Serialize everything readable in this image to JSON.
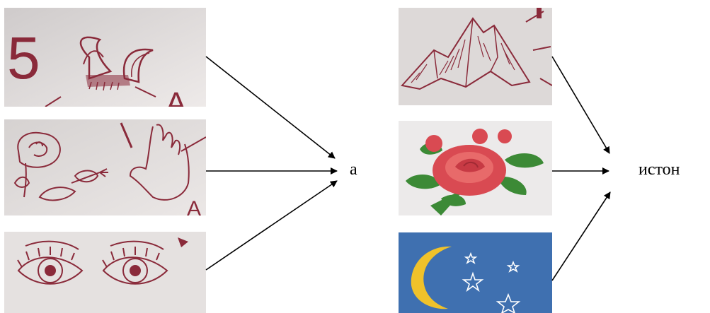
{
  "left_group": {
    "cards": [
      {
        "icon": "horns-icon",
        "printed_number": "5",
        "printed_letter": "A"
      },
      {
        "icon": "rose-and-hand-icon"
      },
      {
        "icon": "eyes-icon"
      }
    ],
    "result_letter": "а"
  },
  "right_group": {
    "cards": [
      {
        "icon": "mountain-icon"
      },
      {
        "icon": "rose-icon"
      },
      {
        "icon": "moon-stars-icon"
      }
    ],
    "result_word": "истон"
  },
  "colors": {
    "sketch_ink": "#8a2a3a",
    "paper": "#e6e2e1",
    "sky": "#3f70b0",
    "moon": "#f0c22a",
    "rose": "#d94a52",
    "leaf": "#3c8a36"
  }
}
